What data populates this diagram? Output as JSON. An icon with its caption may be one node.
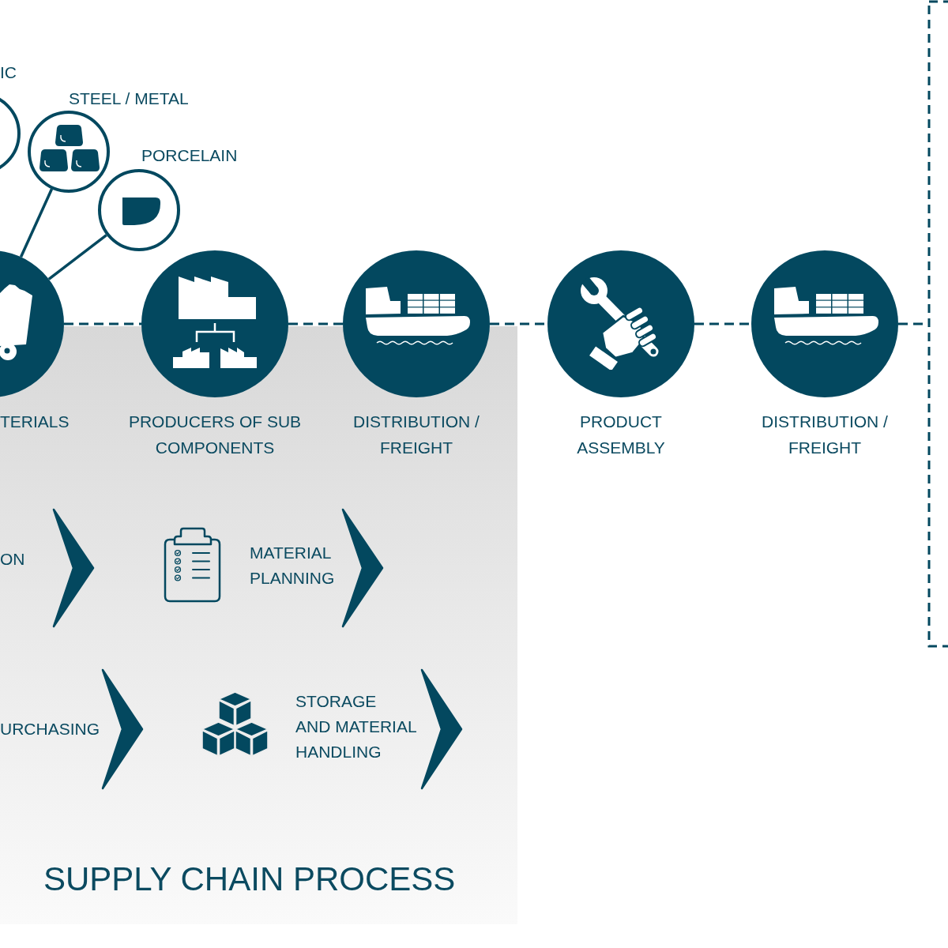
{
  "diagram": {
    "title": "SUPPLY CHAIN PROCESS",
    "nodes": [
      {
        "text": [
          "IC"
        ]
      },
      {
        "text": [
          "STEEL / METAL"
        ]
      },
      {
        "text": [
          "PORCELAIN"
        ]
      },
      {
        "text": [
          "TERIALS"
        ]
      },
      {
        "text": [
          "PRODUCERS OF SUB COMPONENTS"
        ]
      },
      {
        "text": [
          "DISTRIBUTION / FREIGHT"
        ]
      },
      {
        "text": [
          "PRODUCT ASSEMBLY"
        ]
      },
      {
        "text": [
          "DISTRIBUTION / FREIGHT"
        ]
      },
      {
        "text": [],
        "shape": "box"
      },
      {
        "text": [
          "ON"
        ]
      },
      {
        "text": [
          "MATERIAL PLANNING"
        ]
      },
      {
        "text": [
          "URCHASING"
        ]
      },
      {
        "text": [
          "STORAGE AND MATERIAL HANDLING"
        ]
      }
    ],
    "edges": [
      {
        "from": 3,
        "to": 4,
        "arrow": "none",
        "style": "dashed"
      },
      {
        "from": 4,
        "to": 5,
        "arrow": "none",
        "style": "dashed"
      },
      {
        "from": 5,
        "to": 6,
        "arrow": "none",
        "style": "dashed"
      },
      {
        "from": 6,
        "to": 7,
        "arrow": "none",
        "style": "dashed"
      },
      {
        "from": 7,
        "to": 8,
        "arrow": "none",
        "style": "dashed"
      },
      {
        "from": 3,
        "to": 1,
        "arrow": "none"
      },
      {
        "from": 3,
        "to": 2,
        "arrow": "none"
      },
      {
        "from": 9,
        "to": 10,
        "arrow": "to"
      },
      {
        "from": 10,
        "to": null,
        "arrow": "to"
      },
      {
        "from": 11,
        "to": 12,
        "arrow": "to"
      },
      {
        "from": 12,
        "to": null,
        "arrow": "to"
      }
    ]
  }
}
